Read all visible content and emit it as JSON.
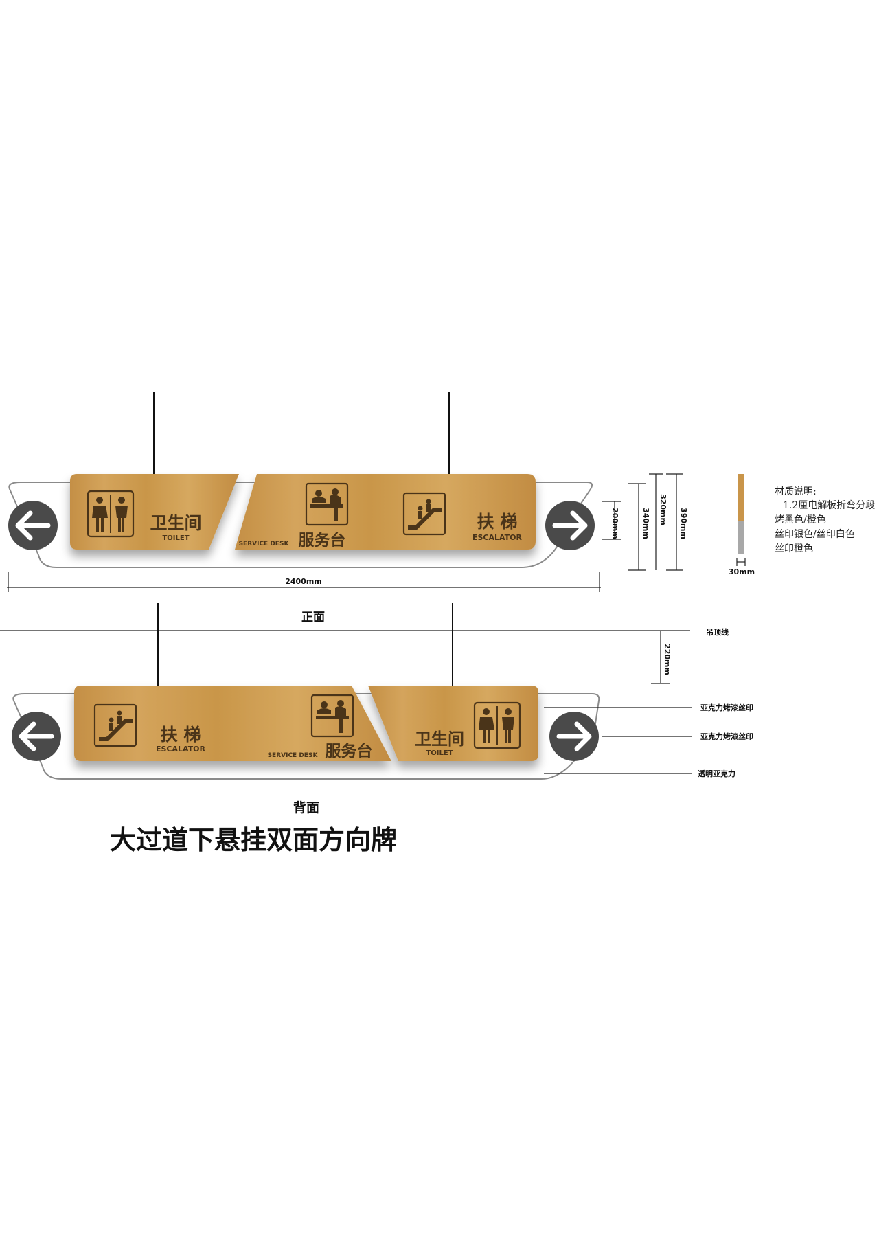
{
  "front": {
    "caption": "正面",
    "panel_left": {
      "cn": "卫生间",
      "en": "TOILET",
      "icon": "toilet-people-icon"
    },
    "panel_center": {
      "cn": "服务台",
      "en": "SERVICE DESK",
      "icon": "service-desk-icon"
    },
    "panel_right": {
      "cn": "扶 梯",
      "en": "ESCALATOR",
      "icon": "escalator-icon"
    },
    "arrow_left": "arrow-left-icon",
    "arrow_right": "arrow-right-icon"
  },
  "back": {
    "caption": "背面",
    "panel_left": {
      "cn": "扶 梯",
      "en": "ESCALATOR",
      "icon": "escalator-icon"
    },
    "panel_center": {
      "cn": "服务台",
      "en": "SERVICE DESK",
      "icon": "service-desk-icon"
    },
    "panel_right": {
      "cn": "卫生间",
      "en": "TOILET",
      "icon": "toilet-people-icon"
    },
    "arrow_left": "arrow-left-icon",
    "arrow_right": "arrow-right-icon"
  },
  "dimensions": {
    "width": "2400mm",
    "h200": "200mm",
    "h340": "340mm",
    "h320": "320mm",
    "h390": "390mm",
    "thickness": "30mm",
    "ceiling_gap": "220mm"
  },
  "materials": {
    "title": "材质说明:",
    "lines": [
      "1.2厘电解板折弯分段",
      "烤黑色/橙色",
      "丝印银色/丝印白色",
      "丝印橙色"
    ]
  },
  "callouts": {
    "ceiling_line": "吊顶线",
    "acrylic_paint_1": "亚克力烤漆丝印",
    "acrylic_paint_2": "亚克力烤漆丝印",
    "clear_acrylic": "透明亚克力"
  },
  "main_title": "大过道下悬挂双面方向牌",
  "colors": {
    "wood": "#c9954a",
    "wood_light": "#d5a55c",
    "pictogram": "#4a3419",
    "arrow_circle": "#4a4a4a",
    "swatch_top": "#c9954a",
    "swatch_bottom": "#a8a8a8"
  }
}
